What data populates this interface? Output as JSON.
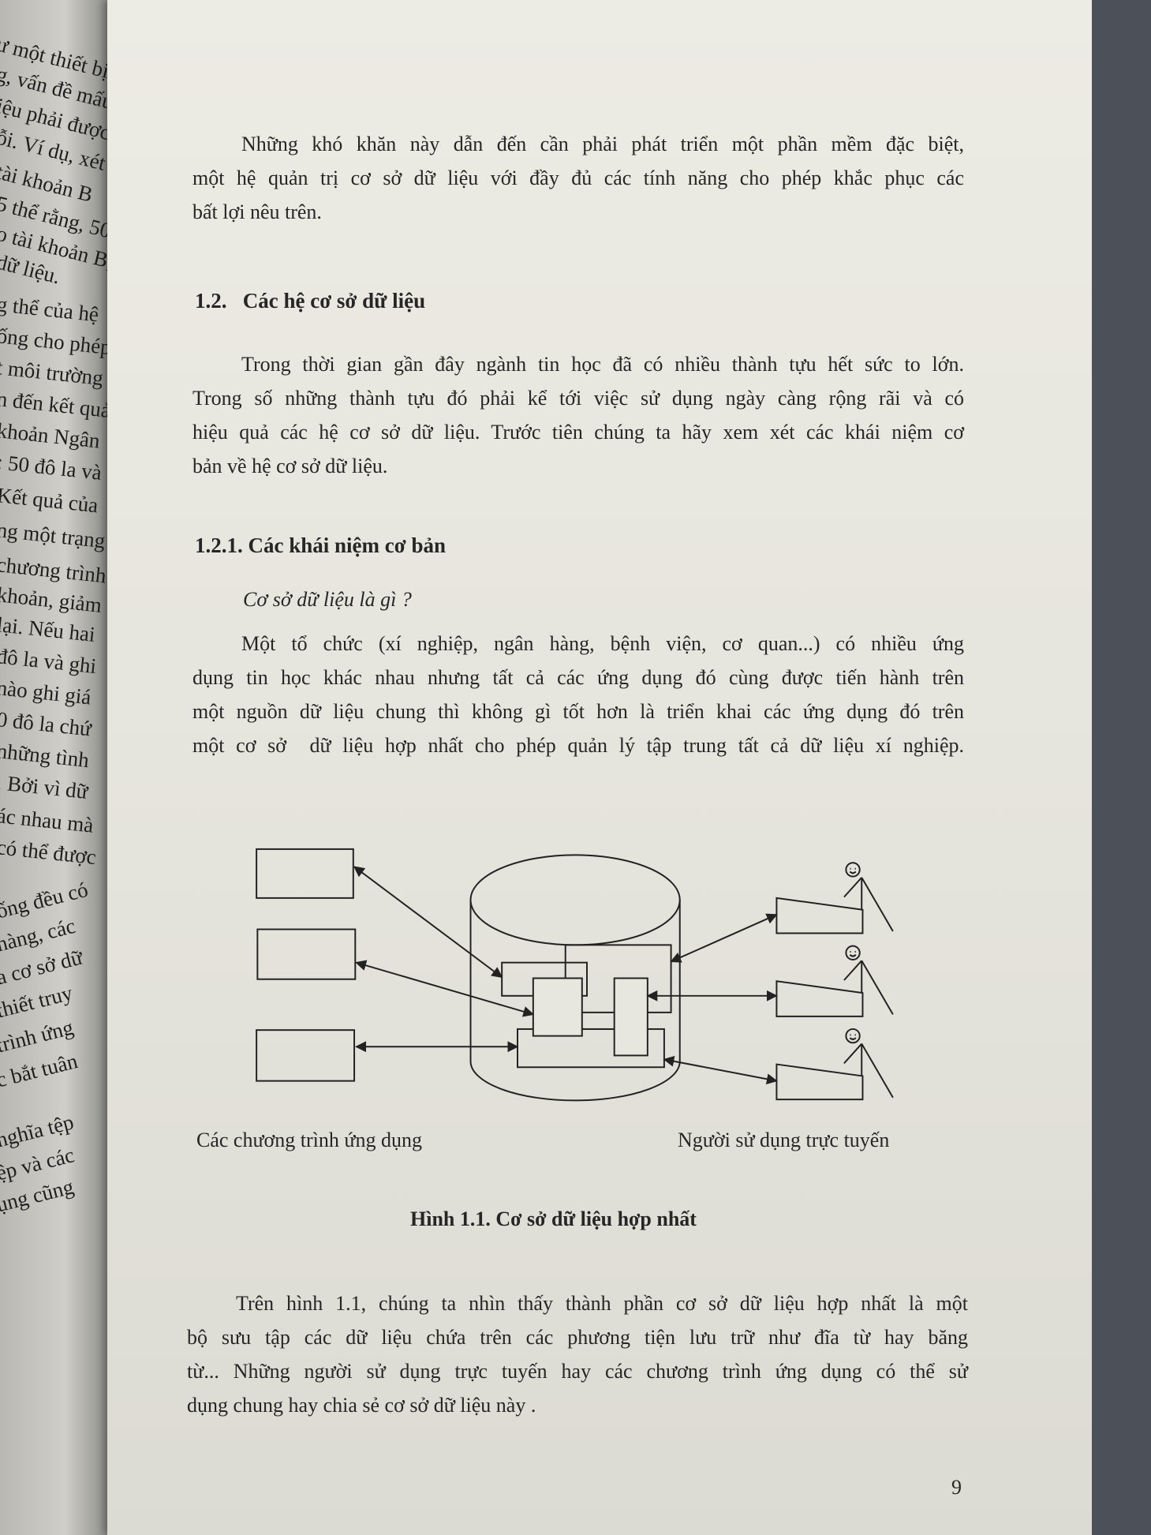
{
  "left_page_fragments": [
    "ư một thiết bị",
    "g, vấn đề mấu",
    "iệu phải được",
    "ỗi. Ví dụ, xét",
    "tài khoản B",
    "5 thể rằng, 50",
    "o tài khoản B,",
    "dữ liệu.",
    "g thể của hệ",
    "ống cho phép",
    "t môi trường",
    "n đến kết quả",
    "khoản Ngân",
    ": 50 đô la và",
    "Kết quả của",
    "ng một trạng",
    "chương trình",
    "khoản, giảm",
    "lại. Nếu hai",
    "đô la và ghi",
    "nào ghi giá",
    "0 đô la chứ",
    "những tình",
    ". Bởi vì dữ",
    "ác nhau mà",
    "có thể được",
    "ống đều có",
    "hàng, các",
    "a cơ sở dữ",
    "thiết truy",
    "trình ứng",
    "c bắt tuân",
    "nghĩa tệp",
    "ệp và các",
    "ụng cũng"
  ],
  "para1": [
    "Những khó khăn này dẫn đến cần phải phát triển một phần mềm đặc biệt,",
    "một hệ quản trị cơ sở dữ liệu với đầy đủ các tính năng cho phép khắc phục các",
    "bất lợi nêu trên."
  ],
  "heading_1_2": "1.2.   Các hệ cơ sở dữ liệu",
  "para2": [
    "Trong thời gian gần đây ngành tin học đã có nhiều thành tựu hết sức to lớn.",
    "Trong số những thành tựu đó phải kể tới việc sử dụng ngày càng rộng rãi và có",
    "hiệu quả các hệ cơ sở dữ liệu. Trước tiên chúng ta hãy xem xét các khái niệm cơ",
    "bản về hệ cơ sở dữ liệu."
  ],
  "heading_1_2_1": "1.2.1. Các khái niệm cơ bản",
  "question": "Cơ sở dữ liệu là gì ?",
  "para3": [
    "Một tổ chức (xí nghiệp, ngân hàng, bệnh viện, cơ quan...) có nhiều ứng",
    "dụng tin học khác nhau nhưng tất cả các ứng dụng đó cùng được tiến hành trên",
    "một nguồn dữ liệu chung thì không gì tốt hơn là triển khai các ứng dụng đó trên",
    "một cơ sở  dữ liệu hợp nhất cho phép quản lý tập trung tất cả dữ liệu xí nghiệp."
  ],
  "figure": {
    "left_caption": "Các chương trình ứng dụng",
    "right_caption": "Người sử dụng trực tuyến",
    "title": "Hình 1.1. Cơ sở dữ liệu hợp nhất"
  },
  "para4": [
    "Trên hình 1.1, chúng ta nhìn thấy thành phần cơ sở dữ liệu hợp nhất là một",
    "bộ sưu tập các dữ liệu chứa trên các phương tiện lưu trữ như đĩa từ hay băng",
    "từ... Những người sử dụng trực tuyến hay các chương trình ứng dụng có thể sử",
    "dụng chung hay chia sẻ cơ sở dữ liệu này ."
  ],
  "page_number": "9"
}
